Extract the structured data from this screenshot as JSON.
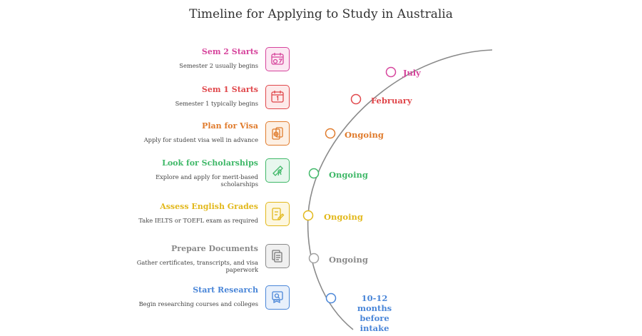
{
  "title": "Timeline for Applying to Study in Australia",
  "steps": [
    {
      "name": "Sem 2 Starts",
      "desc": "Semester 2 usually begins",
      "time": "July",
      "color": "#d6449c",
      "icon": "calendar-gear-icon"
    },
    {
      "name": "Sem 1 Starts",
      "desc": "Semester 1 typically begins",
      "time": "February",
      "color": "#e0474b",
      "icon": "calendar-icon"
    },
    {
      "name": "Plan for Visa",
      "desc": "Apply for student visa well in advance",
      "time": "Ongoing",
      "color": "#e07b2c",
      "icon": "passport-icon"
    },
    {
      "name": "Look for Scholarships",
      "desc": "Explore and apply for merit-based scholarships",
      "time": "Ongoing",
      "color": "#3fb868",
      "icon": "diploma-icon"
    },
    {
      "name": "Assess English Grades",
      "desc": "Take IELTS or TOEFL exam as required",
      "time": "Ongoing",
      "color": "#e2b81b",
      "icon": "exam-icon"
    },
    {
      "name": "Prepare Documents",
      "desc": "Gather certificates, transcripts, and visa paperwork",
      "time": "Ongoing",
      "color": "#8a8a8a",
      "icon": "documents-icon"
    },
    {
      "name": "Start Research",
      "desc": "Begin researching courses and colleges",
      "time": "10-12 months before intake",
      "color": "#4a86d8",
      "icon": "research-icon"
    }
  ]
}
